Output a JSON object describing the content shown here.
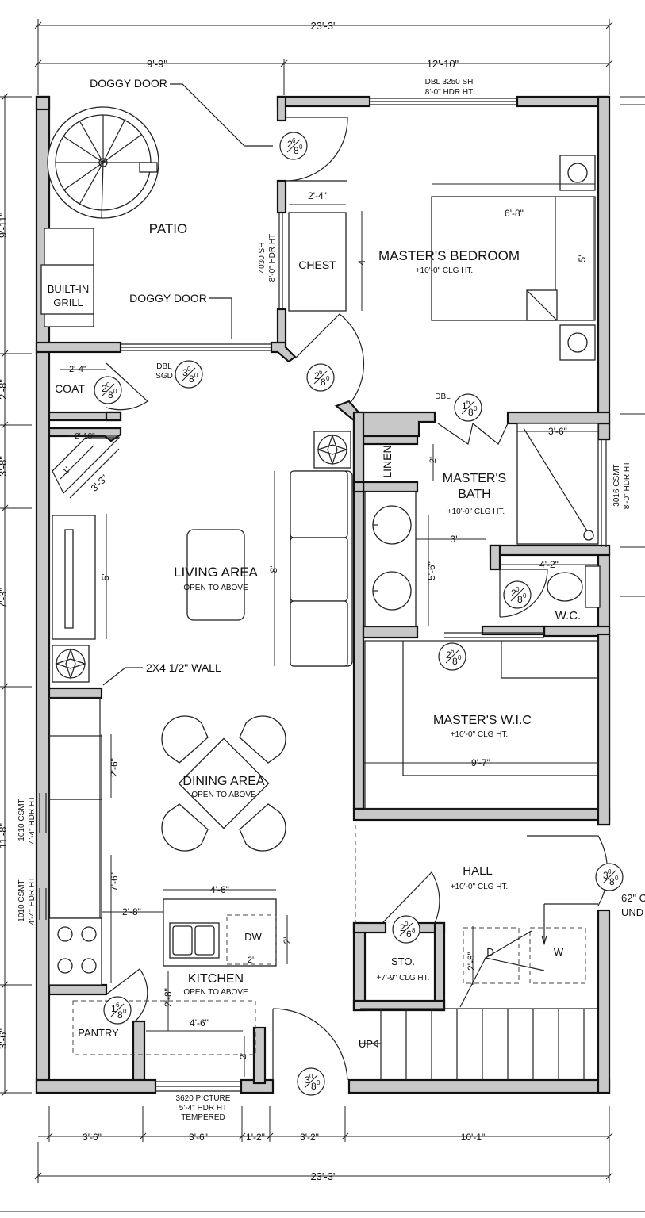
{
  "rooms": {
    "patio": "PATIO",
    "masters_bedroom": "MASTER'S BEDROOM",
    "masters_bedroom_clg": "+10'-0\" CLG HT.",
    "chest": "CHEST",
    "built_in_grill": [
      "BUILT-IN",
      "GRILL"
    ],
    "coat": "COAT",
    "linen": "LINEN",
    "masters_bath": [
      "MASTER'S",
      "BATH"
    ],
    "masters_bath_clg": "+10'-0\" CLG HT.",
    "living_area": "LIVING AREA",
    "living_area_sub": "OPEN TO ABOVE",
    "wc": "W.C.",
    "masters_wic": "MASTER'S W.I.C",
    "masters_wic_clg": "+10'-0\" CLG HT.",
    "dining_area": "DINING AREA",
    "dining_area_sub": "OPEN TO ABOVE",
    "hall": "HALL",
    "hall_clg": "+10'-0\" CLG HT.",
    "kitchen": "KITCHEN",
    "kitchen_sub": "OPEN TO ABOVE",
    "dw": "DW",
    "sto": "STO.",
    "sto_clg": "+7'-9\" CLG HT.",
    "pantry": "PANTRY",
    "d": "D",
    "w": "W",
    "up": "UP"
  },
  "notes": {
    "doggy_door_top": "DOGGY DOOR",
    "doggy_door_mid": "DOGGY DOOR",
    "wall_2x4": "2X4 1/2\" WALL",
    "window_top": [
      "DBL 3250 SH",
      "8'-0\" HDR HT"
    ],
    "window_4030": [
      "4030 SH",
      "8'-0\" HDR HT"
    ],
    "window_3016": [
      "3016 CSMT",
      "8'-0\" HDR HT"
    ],
    "window_1010_a": [
      "1010 CSMT",
      "4'-4\" HDR HT"
    ],
    "window_1010_b": [
      "1010 CSMT",
      "4'-4\" HDR HT"
    ],
    "window_3620": [
      "3620 PICTURE",
      "5'-4\" HDR HT",
      "TEMPERED"
    ],
    "dbl_sgd": [
      "DBL",
      "SGD"
    ],
    "dbl": "DBL",
    "cut_off": [
      "62\" C",
      "UND"
    ]
  },
  "doors": {
    "d1": [
      "2",
      "6",
      "8",
      "0"
    ],
    "d2": [
      "3",
      "0",
      "8",
      "0"
    ],
    "d3": [
      "2",
      "0",
      "8",
      "0"
    ],
    "d4": [
      "2",
      "6",
      "8",
      "0"
    ],
    "d5": [
      "1",
      "6",
      "8",
      "0"
    ],
    "d6": [
      "2",
      "0",
      "8",
      "0"
    ],
    "d7": [
      "2",
      "6",
      "8",
      "0"
    ],
    "d8": [
      "3",
      "0",
      "8",
      "0"
    ],
    "d9": [
      "2",
      "0",
      "6",
      "8"
    ],
    "d10": [
      "1",
      "6",
      "8",
      "0"
    ],
    "d11": [
      "3",
      "0",
      "8",
      "0"
    ]
  },
  "dimensions": {
    "overall_top": "23'-3\"",
    "top_left": "9'-9\"",
    "top_right": "12'-10\"",
    "overall_bottom": "23'-3\"",
    "bottom": [
      "3'-6\"",
      "3'-6\"",
      "1'-2\"",
      "3'-2\"",
      "10'-1\""
    ],
    "left": [
      "9'-11\"",
      "2'-8\"",
      "3'-8\"",
      "7'-3\"",
      "11'-8\"",
      "3'-6\""
    ],
    "chest_w": "2'-4\"",
    "chest_h": "4'",
    "bed_w": "6'-8\"",
    "bed_h": "5'",
    "coat_w": "2'-4\"",
    "closet_w": "2'-10\"",
    "closet_small": "1'",
    "diag": "3'-3\"",
    "fire_h": "5'",
    "sofa_h": "8'",
    "shower_w": "3'-6\"",
    "linen_h": "2'",
    "vanity_w": "3'",
    "vanity_h": "5'-6\"",
    "wc_w": "4'-2\"",
    "wic_w": "9'-7\"",
    "counter_h1": "2'-6\"",
    "counter_h2": "7'-6\"",
    "counter_w": "2'-8\"",
    "island_w": "4'-6\"",
    "island_h": "2'",
    "island_small": "2'",
    "kitchen_bottom_h": "2'-8\"",
    "kitchen_bottom_w": "4'-6\"",
    "kitchen_bottom_2": "2'",
    "laundry_h": "2'-8\""
  }
}
